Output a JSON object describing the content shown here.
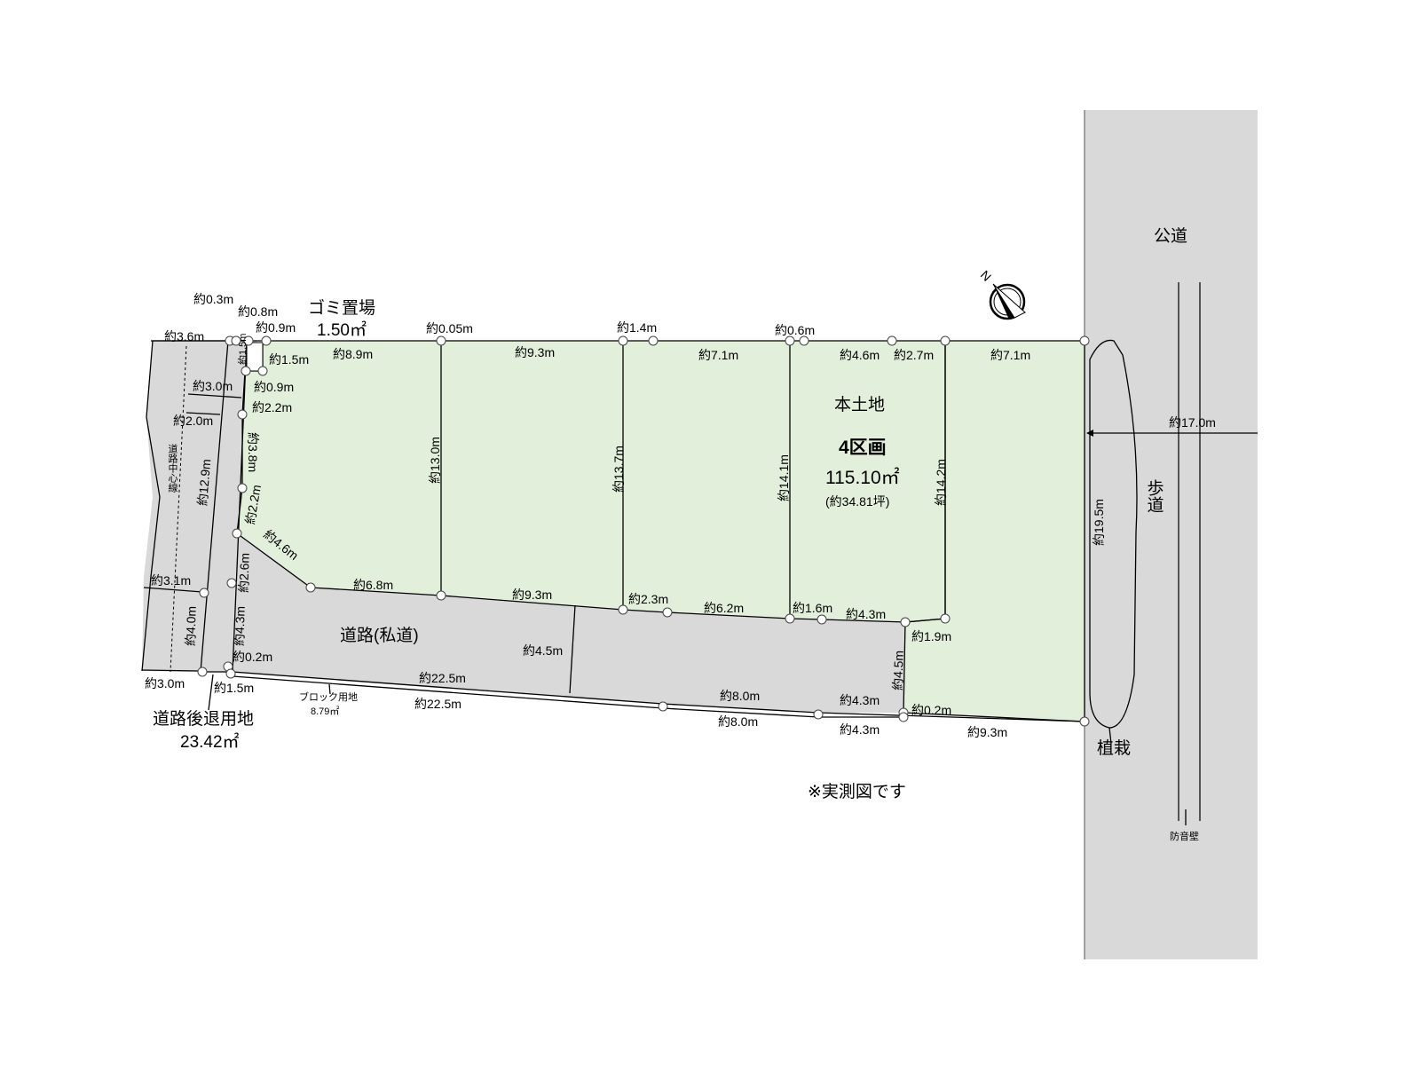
{
  "title": "実測図",
  "colors": {
    "land": "#e2efda",
    "road": "#d9d9d9",
    "line": "#000000"
  },
  "north_label": "N",
  "labels": [
    "約0.3m",
    "約0.8m",
    "約0.9m",
    "ゴミ置場",
    "1.50㎡",
    "約0.05m",
    "約1.4m",
    "約0.6m",
    "約3.6m",
    "約1.5m",
    "約1.5m",
    "約8.9m",
    "約9.3m",
    "約7.1m",
    "約4.6m",
    "約2.7m",
    "約7.1m",
    "約3.0m",
    "約0.9m",
    "約2.0m",
    "約2.2m",
    "本土地",
    "4区画",
    "115.10㎡",
    "(約34.81坪)",
    "約17.0m",
    "約3.8m",
    "約13.0m",
    "約13.7m",
    "約14.1m",
    "約14.2m",
    "約12.9m",
    "約2.2m",
    "道路中心線",
    "歩道",
    "約19.5m",
    "約4.6m",
    "約2.6m",
    "約3.1m",
    "約6.8m",
    "約9.3m",
    "約2.3m",
    "約6.2m",
    "約1.6m",
    "約4.3m",
    "約1.9m",
    "道路(私道)",
    "約4.0m",
    "約4.3m",
    "約4.5m",
    "約4.5m",
    "約0.2m",
    "約22.5m",
    "約8.0m",
    "約4.3m",
    "約3.0m",
    "約1.5m",
    "ブロック用地",
    "8.79㎡",
    "約22.5m",
    "約0.2m",
    "約8.0m",
    "約4.3m",
    "約9.3m",
    "道路後退用地",
    "23.42㎡",
    "植栽",
    "※実測図です",
    "公道",
    "防音壁"
  ]
}
